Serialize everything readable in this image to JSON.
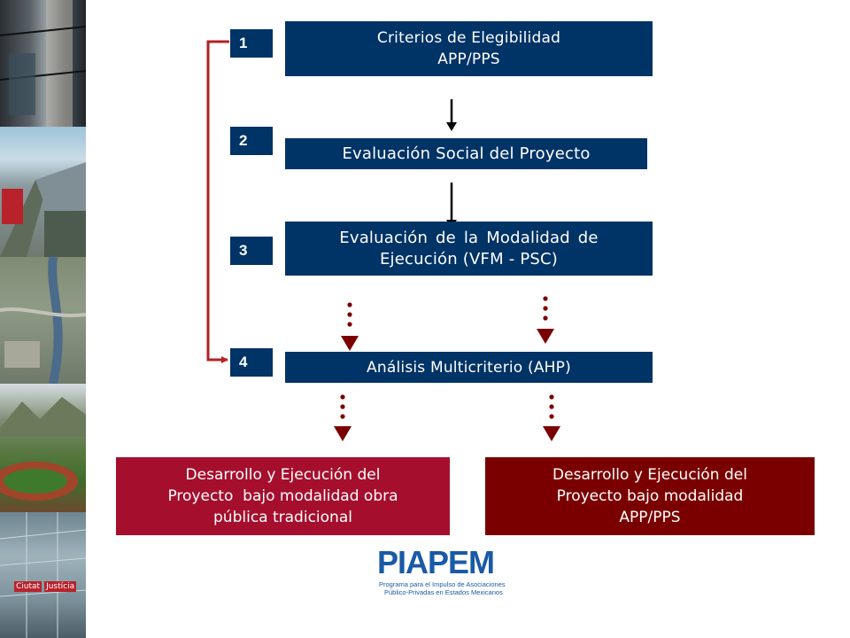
{
  "steps": [
    {
      "number": "1",
      "label_line1": "Criterios de Elegibilidad",
      "label_line2": "APP/PPS"
    },
    {
      "number": "2",
      "label_line1": "Evaluación Social del Proyecto"
    },
    {
      "number": "3",
      "label_line1": "Evaluación de la Modalidad de",
      "label_line2": "Ejecución (VFM - PSC)"
    },
    {
      "number": "4",
      "label_line1": "Análisis Multicriterio (AHP)"
    }
  ],
  "outcomes": {
    "traditional": {
      "line1": "Desarrollo y Ejecución del",
      "line2": "Proyecto  bajo modalidad obra",
      "line3": "pública tradicional"
    },
    "app_pps": {
      "line1": "Desarrollo y Ejecución del",
      "line2": "Proyecto bajo modalidad",
      "line3": "APP/PPS"
    }
  },
  "logo": {
    "title": "PIAPEM",
    "subtitle_line1": "Programa para el Impulso de Asociaciones",
    "subtitle_line2": "Público-Privadas en Estados Mexicanos"
  },
  "photos": [
    {
      "subject": "building-interior"
    },
    {
      "subject": "bus-station"
    },
    {
      "subject": "aerial-river-city"
    },
    {
      "subject": "stadium-mountains"
    },
    {
      "subject": "justice-building",
      "caption_1": "Ciutat",
      "caption_2": "Justícia"
    }
  ],
  "colors": {
    "step_blue": "#003366",
    "outcome_traditional": "#a50f2d",
    "outcome_app": "#7a0000",
    "connector_red": "#b22222",
    "dotted_arrow": "#7a0000"
  }
}
